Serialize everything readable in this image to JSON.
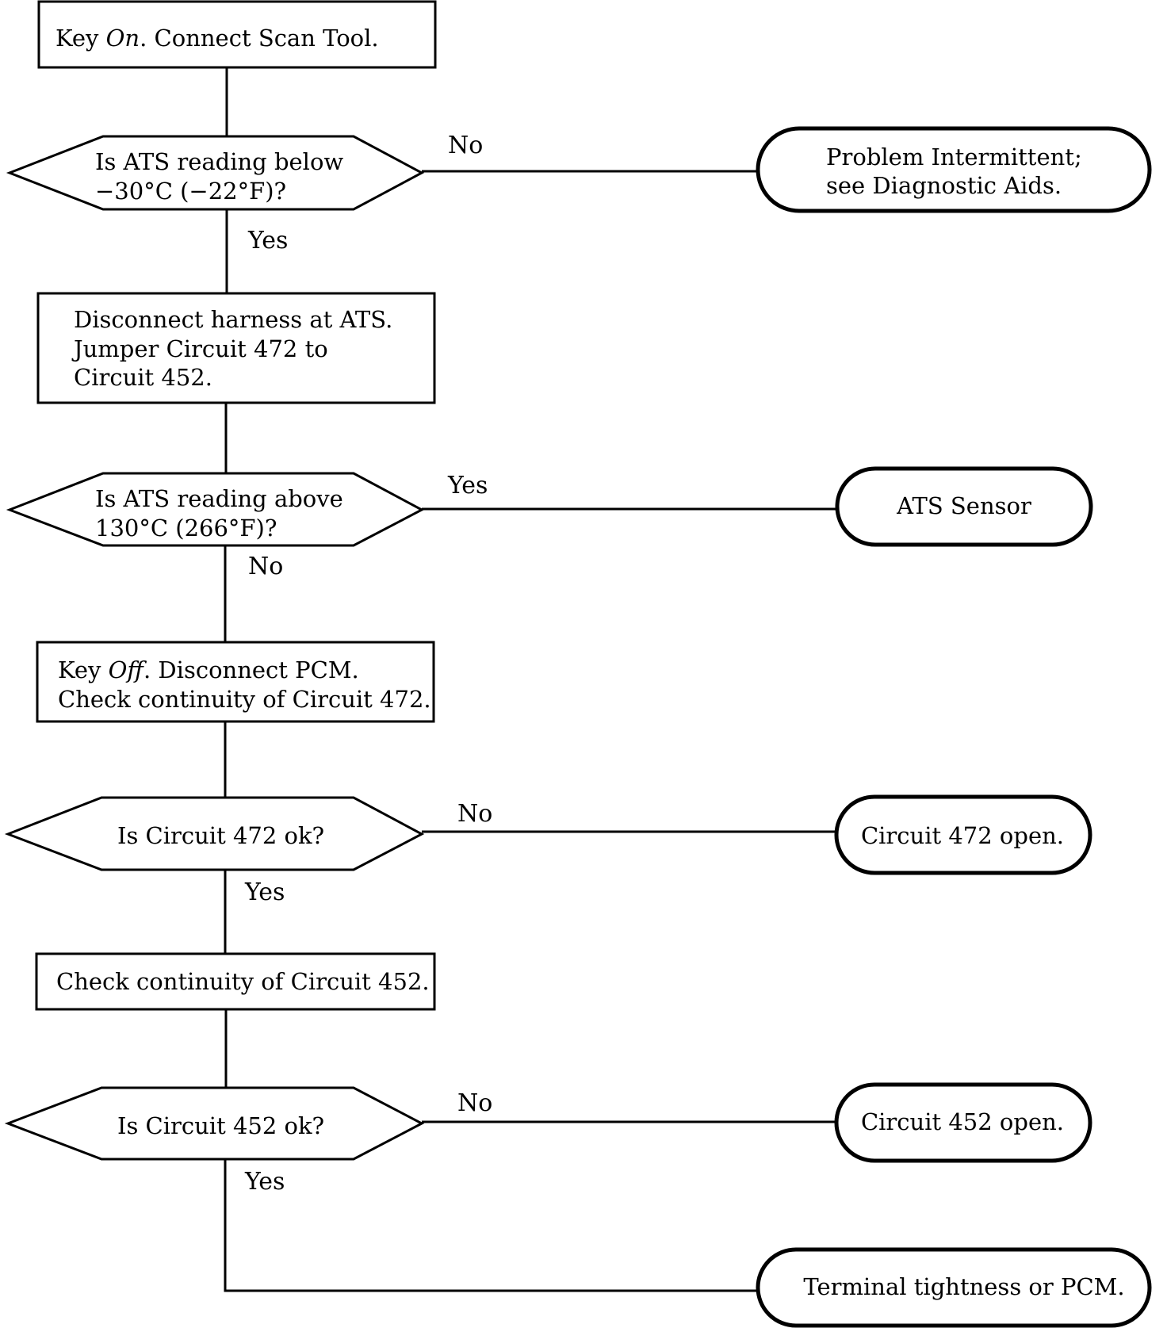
{
  "flowchart": {
    "step1": {
      "pre": "Key ",
      "em": "On",
      "post": ". Connect Scan Tool."
    },
    "decision1": {
      "line1": "Is ATS reading below",
      "line2": "−30°C (−22°F)?"
    },
    "decision1_no_label": "No",
    "decision1_yes_label": "Yes",
    "outcome1": {
      "line1": "Problem Intermittent;",
      "line2": "see Diagnostic Aids."
    },
    "step2": {
      "line1": "Disconnect harness at ATS.",
      "line2": "Jumper Circuit 472 to",
      "line3": "Circuit 452."
    },
    "decision2": {
      "line1": "Is ATS reading above",
      "line2": "130°C (266°F)?"
    },
    "decision2_yes_label": "Yes",
    "decision2_no_label": "No",
    "outcome2": "ATS Sensor",
    "step3": {
      "pre": "Key ",
      "em": "Off",
      "post": ". Disconnect PCM.",
      "line2": "Check continuity of Circuit 472."
    },
    "decision3": "Is Circuit 472 ok?",
    "decision3_no_label": "No",
    "decision3_yes_label": "Yes",
    "outcome3": "Circuit 472 open.",
    "step4": "Check continuity of Circuit 452.",
    "decision4": "Is Circuit 452 ok?",
    "decision4_no_label": "No",
    "decision4_yes_label": "Yes",
    "outcome4": "Circuit 452 open.",
    "outcome5": "Terminal tightness or PCM."
  }
}
